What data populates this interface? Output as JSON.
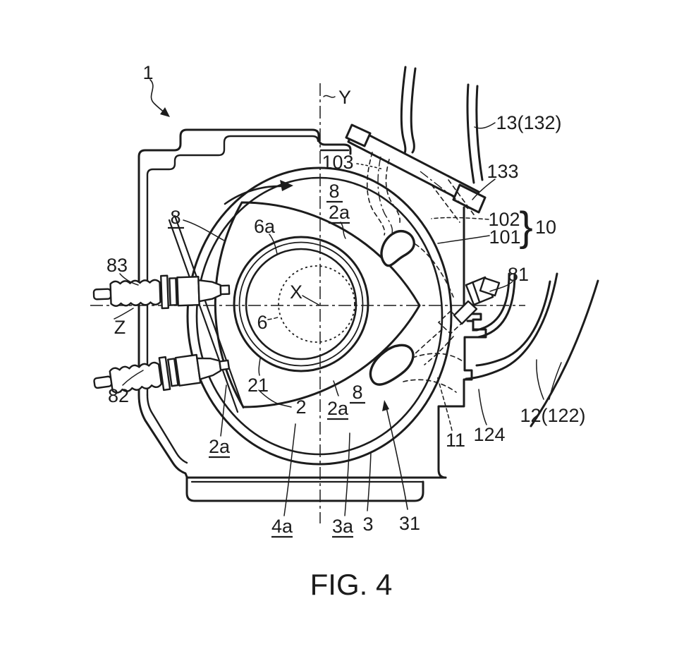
{
  "figure": {
    "caption": "FIG. 4",
    "colors": {
      "ink": "#1c1c1c",
      "background": "#ffffff"
    },
    "labels": {
      "n1": "1",
      "nY": "Y",
      "n13": "13(132)",
      "n133": "133",
      "n103": "103",
      "n8_top": "8",
      "n2a_top": "2a",
      "n102": "102",
      "n101": "101",
      "n10": "10",
      "brace": "}",
      "n8_left": "8",
      "n6a": "6a",
      "nX": "X",
      "n83": "83",
      "nZ": "Z",
      "n6": "6",
      "n81": "81",
      "n82": "82",
      "n21": "21",
      "n2": "2",
      "n2a_mid": "2a",
      "n8_bottom": "8",
      "n2a_left": "2a",
      "n11": "11",
      "n124": "124",
      "n12": "12(122)",
      "n4a": "4a",
      "n3a": "3a",
      "n3": "3",
      "n31": "31"
    }
  }
}
